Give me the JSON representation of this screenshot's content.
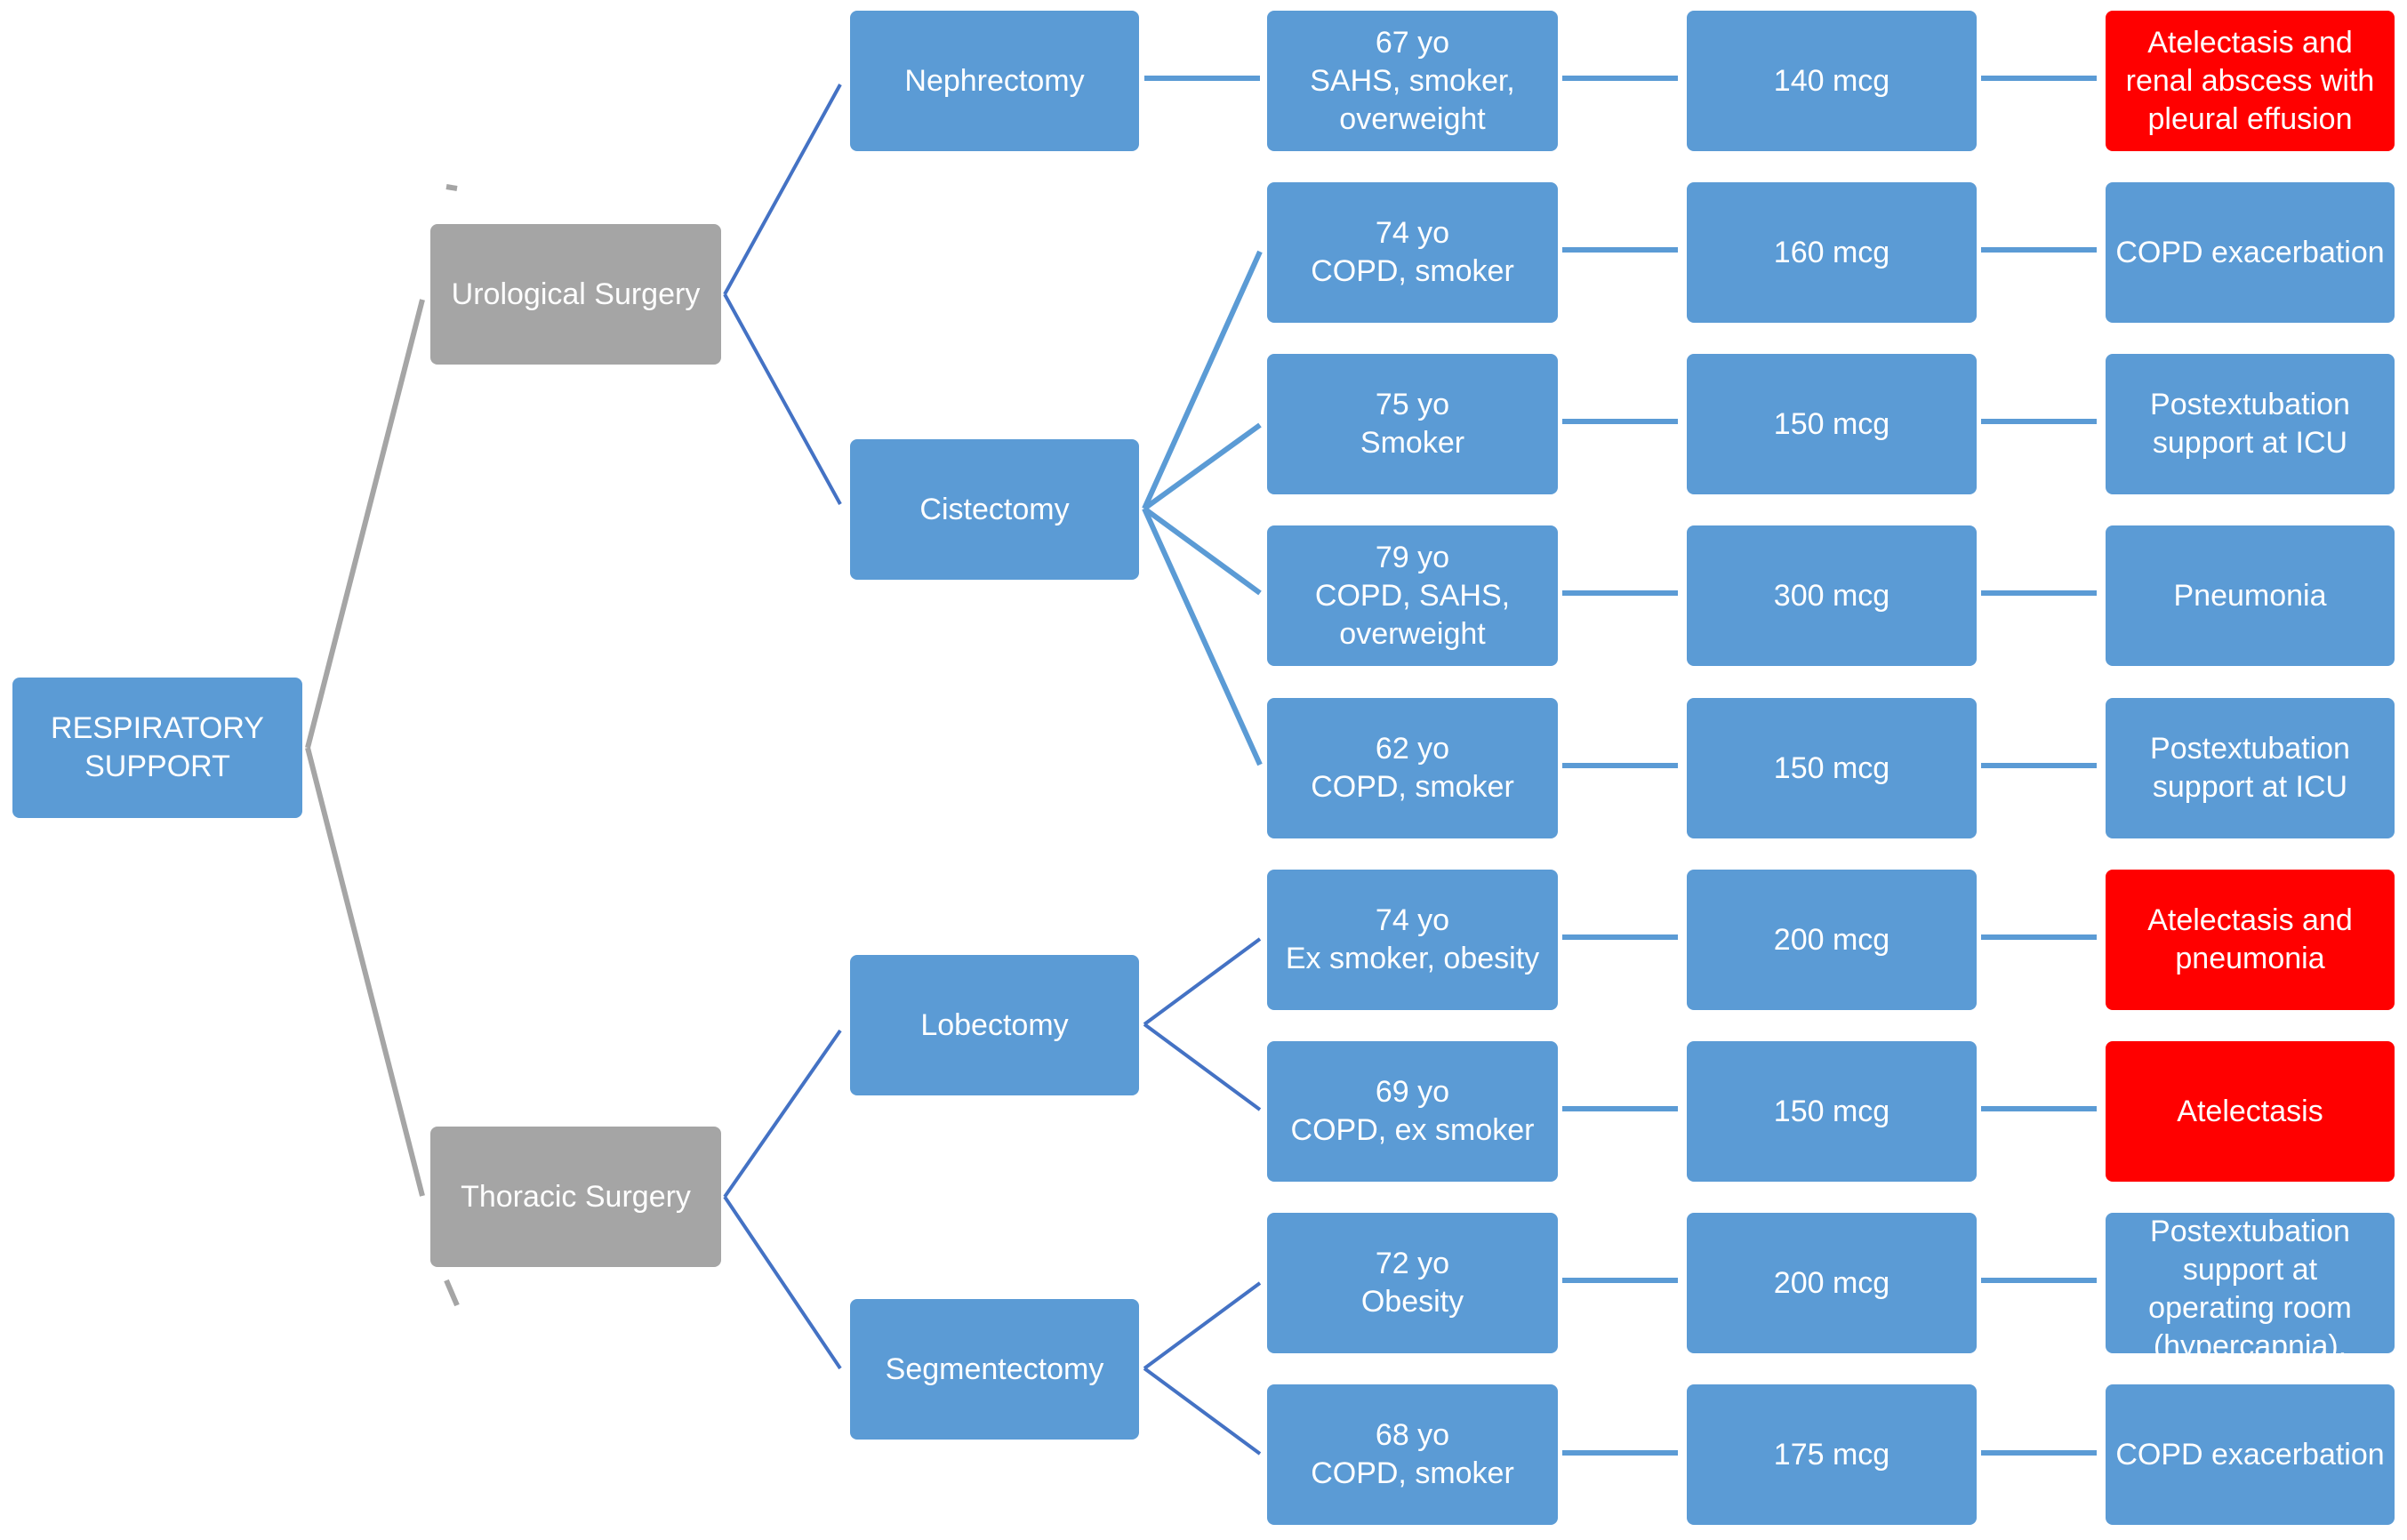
{
  "root": {
    "label": "RESPIRATORY\nSUPPORT"
  },
  "categories": [
    {
      "label": "Urological Surgery"
    },
    {
      "label": "Thoracic Surgery"
    }
  ],
  "procedures": [
    {
      "label": "Nephrectomy"
    },
    {
      "label": "Cistectomy"
    },
    {
      "label": "Lobectomy"
    },
    {
      "label": "Segmentectomy"
    }
  ],
  "cases": [
    {
      "patient": "67 yo\nSAHS, smoker,\noverweight",
      "dose": "140 mcg",
      "outcome": "Atelectasis and\nrenal abscess with\npleural effusion",
      "outcome_color": "#FF0000"
    },
    {
      "patient": "74 yo\nCOPD, smoker",
      "dose": "160 mcg",
      "outcome": "COPD exacerbation",
      "outcome_color": "#5B9BD5"
    },
    {
      "patient": "75 yo\nSmoker",
      "dose": "150 mcg",
      "outcome": "Postextubation\nsupport at ICU",
      "outcome_color": "#5B9BD5"
    },
    {
      "patient": "79 yo\nCOPD, SAHS,\noverweight",
      "dose": "300 mcg",
      "outcome": "Pneumonia",
      "outcome_color": "#5B9BD5"
    },
    {
      "patient": "62 yo\nCOPD, smoker",
      "dose": "150 mcg",
      "outcome": "Postextubation\nsupport at ICU",
      "outcome_color": "#5B9BD5"
    },
    {
      "patient": "74 yo\nEx smoker, obesity",
      "dose": "200 mcg",
      "outcome": "Atelectasis and\npneumonia",
      "outcome_color": "#FF0000"
    },
    {
      "patient": "69 yo\nCOPD, ex smoker",
      "dose": "150 mcg",
      "outcome": "Atelectasis",
      "outcome_color": "#FF0000"
    },
    {
      "patient": "72 yo\nObesity",
      "dose": "200 mcg",
      "outcome": "Postextubation\nsupport at\noperating room\n(hypercapnia).",
      "outcome_color": "#5B9BD5"
    },
    {
      "patient": "68 yo\nCOPD, smoker",
      "dose": "175 mcg",
      "outcome": "COPD exacerbation",
      "outcome_color": "#5B9BD5"
    }
  ],
  "colors": {
    "node_blue": "#5B9BD5",
    "node_gray": "#A5A5A5",
    "highlight_red": "#FF0000",
    "connector_gray": "#A5A5A5",
    "connector_blue": "#4472C4",
    "connector_light_blue": "#5B9BD5"
  }
}
